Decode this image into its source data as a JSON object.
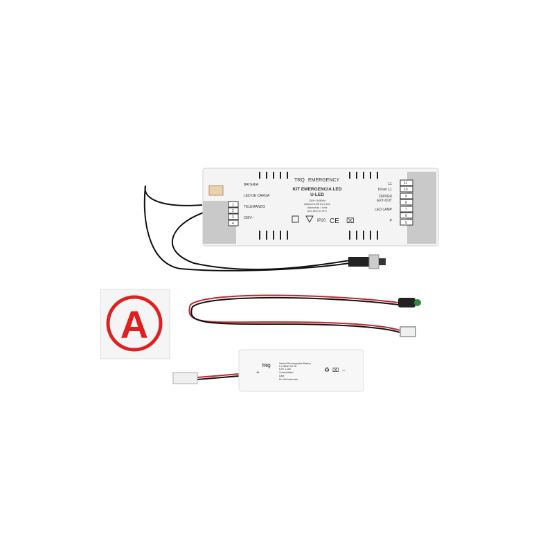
{
  "module": {
    "brand": "TRQ",
    "brand_sub": "EMERGENCY",
    "title": "KIT EMERGENCIA LED",
    "model": "U-LED",
    "spec_lines": [
      "230V~ 50/60Hz",
      "Bateria Ni-MH 6V-1,1Ah",
      "Autonomia: 1 hora",
      "ta:0..50ºC   tc:70ºC"
    ],
    "ip_rating": "IP20",
    "ce_mark": "CE",
    "left_labels": {
      "bateria": "BATERIA",
      "led_carga": "LED DE CARGA",
      "telemando": "TELEMANDO",
      "mains": "230V~"
    },
    "left_terminals": [
      "1",
      "2",
      "3",
      "4"
    ],
    "right_labels": {
      "l1": "L1",
      "driver_l1": "Driver L1",
      "driver": "DRIVER",
      "ext_out": "EXT-OUT",
      "led_lamp": "LED LAMP",
      "p": "P"
    },
    "right_terminals": [
      "11",
      "10",
      "9",
      "8",
      "7",
      "6",
      "5"
    ]
  },
  "sticker": {
    "letter": "A",
    "color": "#e02020"
  },
  "battery": {
    "brand": "TRQ",
    "plus": "+",
    "minus": "−",
    "label_lines": [
      "Sealed Rechargeable Battery",
      "5 x NiMH 1/2 Sc",
      "6.0V 1.1Ah",
      "Consolidated",
      "Date",
      "Do Not Incinerate"
    ]
  }
}
